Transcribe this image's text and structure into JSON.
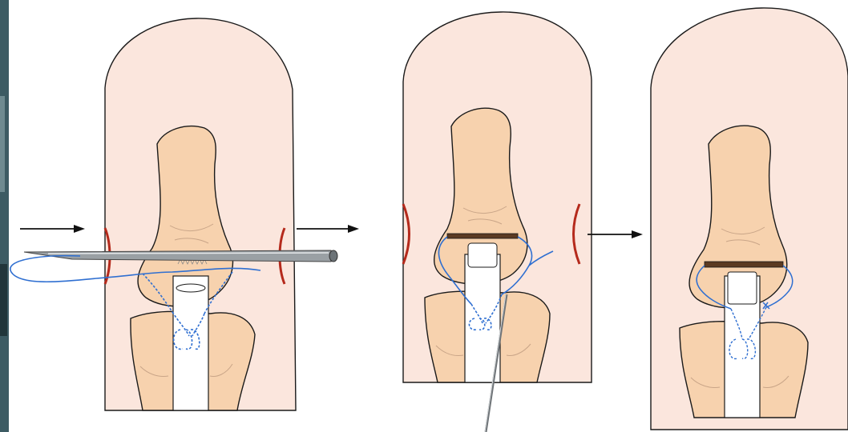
{
  "figure": {
    "panels": [
      {
        "name": "panel-1",
        "step": 1
      },
      {
        "name": "panel-2",
        "step": 2
      },
      {
        "name": "panel-3",
        "step": 3
      }
    ],
    "arrows": [
      "arrow-into-panel-1",
      "arrow-out-of-panel-1",
      "arrow-panel-2-to-3"
    ],
    "colors": {
      "skin": "#fbe6dd",
      "bone": "#f7d2ae",
      "tendon": "#ffffff",
      "incision": "#b52a1c",
      "suture": "#2f6fd1",
      "needle": "#9aa0a4",
      "bar": "#5b3a22",
      "outline": "#1a1a1a",
      "arrow": "#111111",
      "photo_strip": "#3d5b63"
    }
  }
}
